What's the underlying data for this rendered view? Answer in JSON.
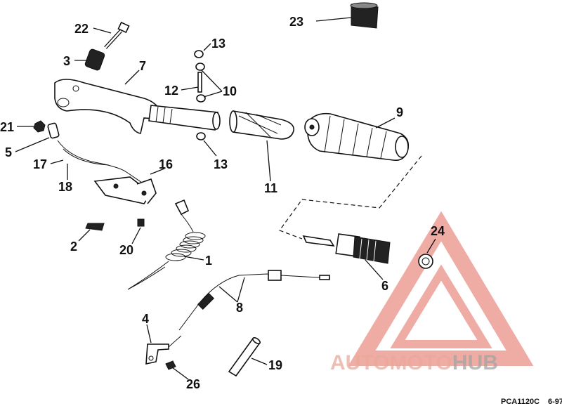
{
  "diagram": {
    "callouts": {
      "c1": "1",
      "c2": "2",
      "c3": "3",
      "c4": "4",
      "c5": "5",
      "c6": "6",
      "c7": "7",
      "c8": "8",
      "c9": "9",
      "c10": "10",
      "c11": "11",
      "c12": "12",
      "c13a": "13",
      "c13b": "13",
      "c16": "16",
      "c17": "17",
      "c18": "18",
      "c19": "19",
      "c20": "20",
      "c21": "21",
      "c22": "22",
      "c23": "23",
      "c24": "24",
      "c26": "26"
    },
    "reference_code": "PCA1120C",
    "date_code": "6-97"
  },
  "watermark": {
    "text_part1": "AUTOMOTO",
    "text_part2": "HUB",
    "color_primary": "#e9a99b",
    "color_secondary": "#a3a3a3"
  }
}
